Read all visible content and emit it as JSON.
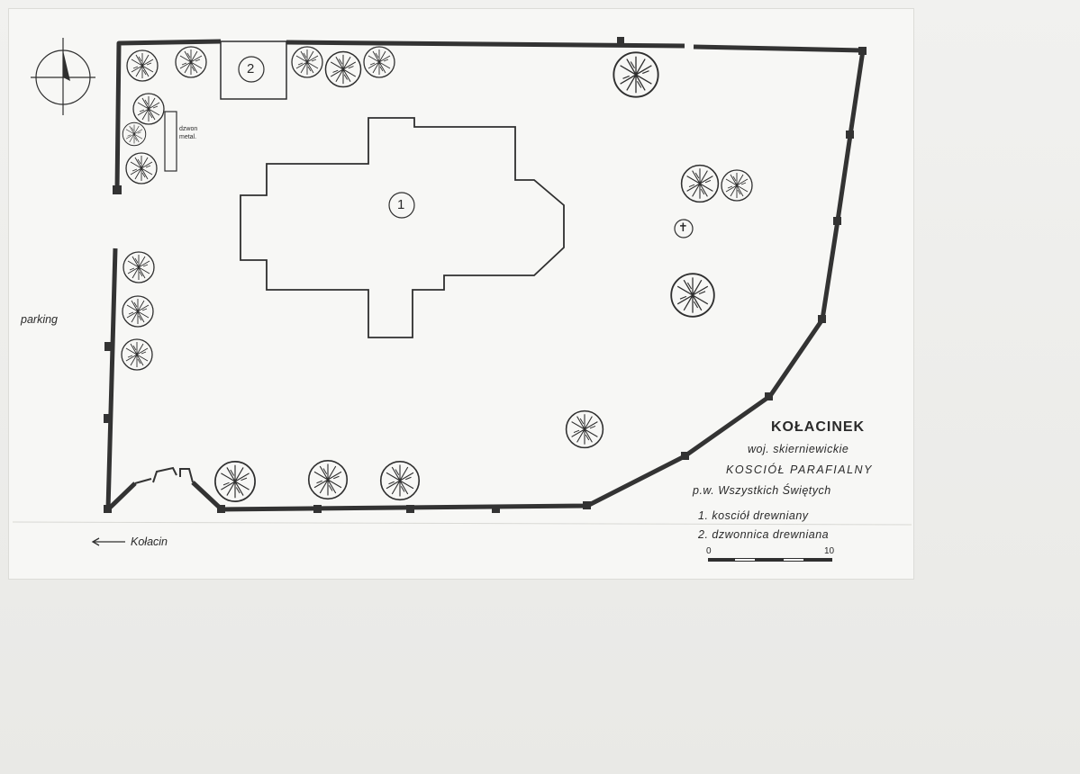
{
  "map": {
    "title": "KOŁACINEK",
    "province": "woj. skierniewickie",
    "church": "KOSCIÓŁ PARAFIALNY",
    "dedication": "p.w. Wszystkich Świętych",
    "legend": [
      "1. kosciół drewniany",
      "2. dzwonnica drewniana"
    ],
    "scale": {
      "min": "0",
      "max": "10"
    },
    "parking_label": "parking",
    "direction_label": "Kołacin",
    "direction_arrow": "arrow-left",
    "bell_label_line1": "dzwon",
    "bell_label_line2": "metal.",
    "building_markers": [
      "1",
      "2"
    ],
    "cross_symbol": "✝",
    "north_symbol": "north-arrow-icon",
    "colors": {
      "ink": "#2f2f2f",
      "paper": "#f7f7f5",
      "board": "#ececea"
    }
  }
}
